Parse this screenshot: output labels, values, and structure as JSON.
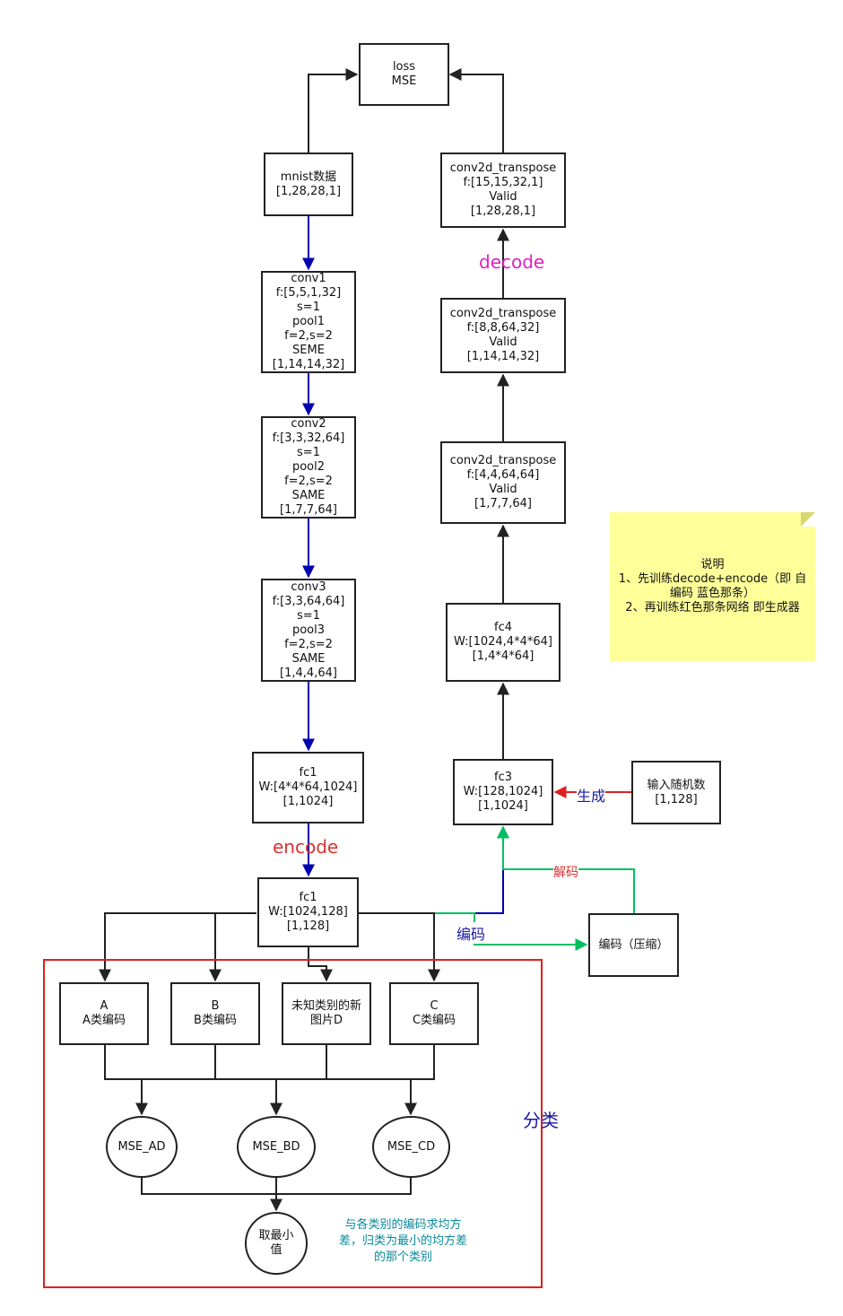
{
  "boxes": {
    "loss": [
      "loss",
      "MSE"
    ],
    "mnist": [
      "mnist数据",
      "[1,28,28,1]"
    ],
    "conv1": [
      "conv1",
      "f:[5,5,1,32]",
      "s=1",
      "pool1",
      "f=2,s=2",
      "SEME",
      "[1,14,14,32]"
    ],
    "conv2": [
      "conv2",
      "f:[3,3,32,64]",
      "s=1",
      "pool2",
      "f=2,s=2",
      "SAME",
      "[1,7,7,64]"
    ],
    "conv3": [
      "conv3",
      "f:[3,3,64,64]",
      "s=1",
      "pool3",
      "f=2,s=2",
      "SAME",
      "[1,4,4,64]"
    ],
    "fc1a": [
      "fc1",
      "W:[4*4*64,1024]",
      "[1,1024]"
    ],
    "fc1b": [
      "fc1",
      "W:[1024,128]",
      "[1,128]"
    ],
    "dt1": [
      "conv2d_transpose",
      "f:[15,15,32,1]",
      "Valid",
      "[1,28,28,1]"
    ],
    "dt2": [
      "conv2d_transpose",
      "f:[8,8,64,32]",
      "Valid",
      "[1,14,14,32]"
    ],
    "dt3": [
      "conv2d_transpose",
      "f:[4,4,64,64]",
      "Valid",
      "[1,7,7,64]"
    ],
    "fc4": [
      "fc4",
      "W:[1024,4*4*64]",
      "[1,4*4*64]"
    ],
    "fc3": [
      "fc3",
      "W:[128,1024]",
      "[1,1024]"
    ],
    "rand": [
      "输入随机数",
      "[1,128]"
    ],
    "compress": [
      "编码（压缩）"
    ],
    "classA": [
      "A",
      "A类编码"
    ],
    "classB": [
      "B",
      "B类编码"
    ],
    "unknown": [
      "未知类别的新",
      "图片D"
    ],
    "classC": [
      "C",
      "C类编码"
    ]
  },
  "ellipses": {
    "mse_ad": "MSE_AD",
    "mse_bd": "MSE_BD",
    "mse_cd": "MSE_CD",
    "min": [
      "取最小",
      "值"
    ]
  },
  "labels": {
    "decode": "decode",
    "encode": "encode",
    "generate": "生成",
    "decode_cn": "解码",
    "encode_cn": "编码",
    "classify": "分类",
    "explain": [
      "与各类别的编码求均方",
      "差，归类为最小的均方差",
      "的那个类别"
    ]
  },
  "note": {
    "lines": [
      "说明",
      "1、先训练decode+encode（即 自",
      "编码 蓝色那条）",
      "2、再训练红色那条网络 即生成器"
    ]
  },
  "colors": {
    "blue_arrow": "#0000b0",
    "black_arrow": "#222222",
    "green_arrow": "#00c060",
    "red_arrow": "#e02020",
    "magenta_text": "#e020c0",
    "red_text": "#e03030",
    "blue_text": "#1a1aa0",
    "teal_text": "#0a8a9a",
    "note_bg": "#ffff99"
  }
}
